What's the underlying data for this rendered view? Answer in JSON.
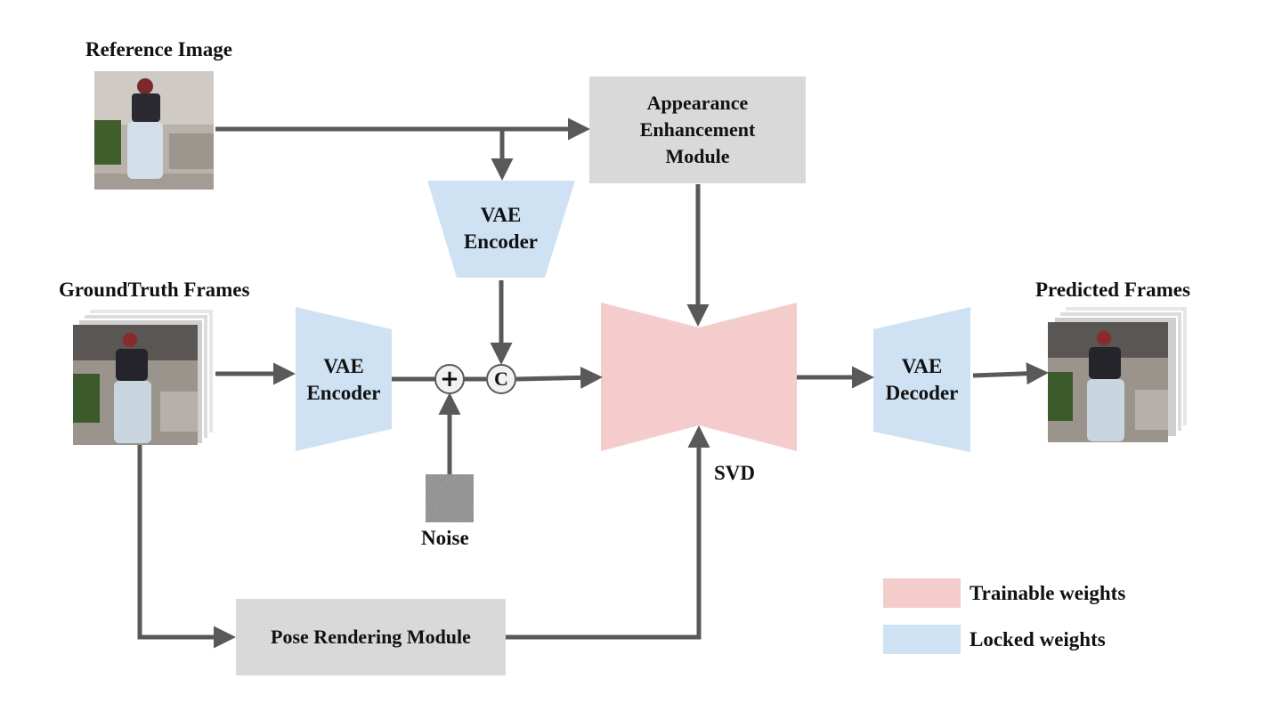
{
  "labels": {
    "reference_image": "Reference Image",
    "groundtruth_frames": "GroundTruth Frames",
    "predicted_frames": "Predicted Frames",
    "svd": "SVD",
    "noise": "Noise"
  },
  "modules": {
    "appearance_l1": "Appearance",
    "appearance_l2": "Enhancement",
    "appearance_l3": "Module",
    "vae_encoder_top_l1": "VAE",
    "vae_encoder_top_l2": "Encoder",
    "vae_encoder_mid_l1": "VAE",
    "vae_encoder_mid_l2": "Encoder",
    "vae_decoder_l1": "VAE",
    "vae_decoder_l2": "Decoder",
    "pose_rendering": "Pose Rendering Module"
  },
  "operators": {
    "add": "+",
    "concat": "C"
  },
  "legend": {
    "trainable": {
      "label": "Trainable weights",
      "color": "#f4cccc"
    },
    "locked": {
      "label": "Locked weights",
      "color": "#cfe2f3"
    }
  },
  "colors": {
    "arrow": "#595959",
    "module_gray": "#d9d9d9"
  }
}
